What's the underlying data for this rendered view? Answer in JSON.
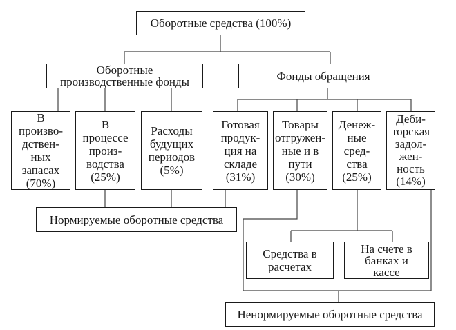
{
  "diagram": {
    "root": {
      "label": "Оборотные средства (100%)"
    },
    "groups": [
      {
        "label": "Оборотные\nпроизводственные фонды",
        "children": [
          {
            "label": "В\nпроизво-\nдствен-\nных\nзапасах\n(70%)"
          },
          {
            "label": "В\nпроцессе\nпроиз-\nводства\n(25%)"
          },
          {
            "label": "Расходы\nбудущих\nпериодов\n(5%)"
          }
        ]
      },
      {
        "label": "Фонды обращения",
        "children": [
          {
            "label": "Готовая\nпродук-\nция на\nскладе\n(31%)"
          },
          {
            "label": "Товары\nотгружен-\nные и в\nпути\n(30%)"
          },
          {
            "label": "Денеж-\nные\nсред-\nства\n(25%)"
          },
          {
            "label": "Деби-\nторская\nзадол-\nжен-\nность\n(14%)"
          }
        ]
      }
    ],
    "money_breakdown": [
      {
        "label": "Средства в\nрасчетах"
      },
      {
        "label": "На счете в\nбанках и\nкассе"
      }
    ],
    "normed": {
      "label": "Нормируемые оборотные средства"
    },
    "non_normed": {
      "label": "Ненормируемые оборотные средства"
    }
  }
}
